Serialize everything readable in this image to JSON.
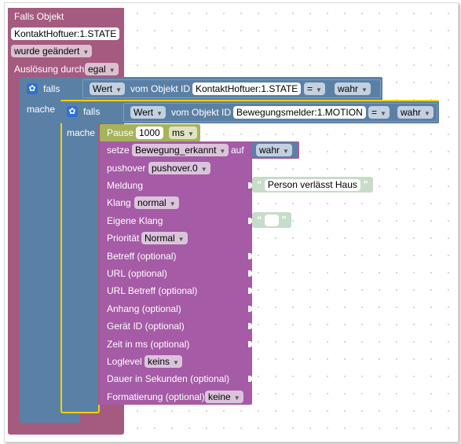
{
  "colors": {
    "event_block": "#a55b80",
    "if_block": "#5b80a5",
    "wait_block": "#a5b35b",
    "pushover_block": "#a55ba5",
    "string_block": "#c7dcc9",
    "selected_outline": "#f5d000"
  },
  "event": {
    "title": "Falls Objekt",
    "object_id": "KontaktHoftuer:1.STATE",
    "trigger": "wurde geändert",
    "trigger_by_label": "Auslösung durch",
    "trigger_by_value": "egal"
  },
  "if_outer": {
    "if_label": "falls",
    "do_label": "mache",
    "compare": {
      "attr": "Wert",
      "from_label": "vom Objekt ID",
      "object_id": "KontaktHoftuer:1.STATE",
      "operator": "=",
      "value": "wahr"
    }
  },
  "if_inner": {
    "if_label": "falls",
    "do_label": "mache",
    "compare": {
      "attr": "Wert",
      "from_label": "vom Objekt ID",
      "object_id": "Bewegungsmelder:1.MOTION",
      "operator": "=",
      "value": "wahr"
    }
  },
  "pause": {
    "label": "Pause",
    "value": "1000",
    "unit": "ms"
  },
  "set": {
    "label": "setze",
    "variable": "Bewegung_erkannt",
    "on_label": "auf",
    "value": "wahr"
  },
  "pushover": {
    "label": "pushover",
    "instance": "pushover.0",
    "message_label": "Meldung",
    "message_value": "Person verlässt Haus",
    "sound_label": "Klang",
    "sound_value": "normal",
    "custom_sound_label": "Eigene Klang",
    "custom_sound_value": "",
    "priority_label": "Priorität",
    "priority_value": "Normal",
    "subject_label": "Betreff (optional)",
    "url_label": "URL (optional)",
    "url_title_label": "URL Betreff (optional)",
    "attachment_label": "Anhang (optional)",
    "device_label": "Gerät ID (optional)",
    "time_label": "Zeit in ms (optional)",
    "loglevel_label": "Loglevel",
    "loglevel_value": "keins",
    "ttl_label": "Dauer in Sekunden (optional)",
    "format_label": "Formatierung (optional)",
    "format_value": "keine"
  },
  "icons": {
    "gear": "gear-icon",
    "dropdown": "chevron-down-icon",
    "quote_open": "open-quote-icon",
    "quote_close": "close-quote-icon"
  }
}
